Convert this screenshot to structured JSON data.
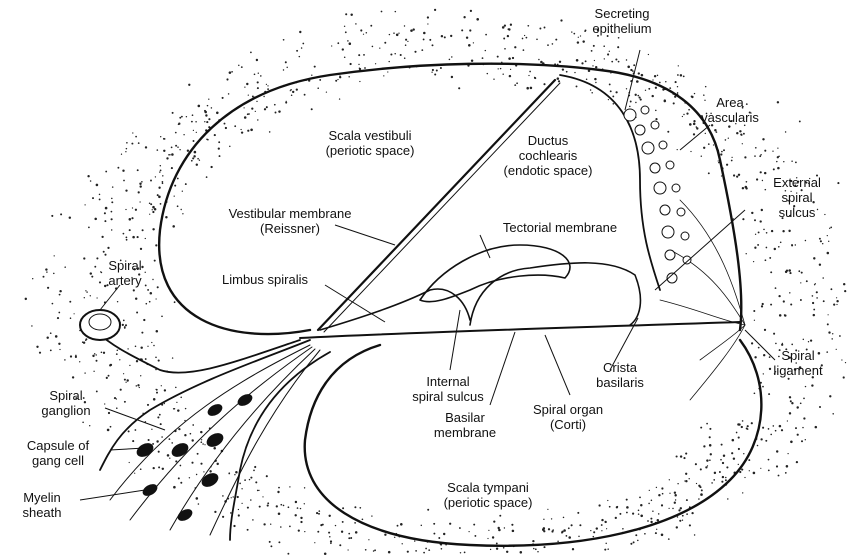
{
  "labels": {
    "secreting_epithelium": [
      "Secreting",
      "epithelium"
    ],
    "area_vascularis": [
      "Area",
      "vascularis"
    ],
    "scala_vestibuli": [
      "Scala vestibuli",
      "(periotic space)"
    ],
    "ductus_cochlearis": [
      "Ductus",
      "cochlearis",
      "(endotic space)"
    ],
    "external_spiral_sulcus": [
      "External",
      "spiral",
      "sulcus"
    ],
    "vestibular_membrane": [
      "Vestibular membrane",
      "(Reissner)"
    ],
    "tectorial_membrane": [
      "Tectorial membrane"
    ],
    "spiral_artery": [
      "Spiral",
      "artery"
    ],
    "limbus_spiralis": [
      "Limbus spiralis"
    ],
    "crista_basilaris": [
      "Crista",
      "basilaris"
    ],
    "spiral_ligament": [
      "Spiral",
      "ligament"
    ],
    "internal_spiral_sulcus": [
      "Internal",
      "spiral sulcus"
    ],
    "spiral_ganglion": [
      "Spiral",
      "ganglion"
    ],
    "basilar_membrane": [
      "Basilar",
      "membrane"
    ],
    "spiral_organ": [
      "Spiral organ",
      "(Corti)"
    ],
    "capsule_gang_cell": [
      "Capsule of",
      "gang cell"
    ],
    "myelin_sheath": [
      "Myelin",
      "sheath"
    ],
    "scala_tympani": [
      "Scala tympani",
      "(periotic space)"
    ]
  }
}
